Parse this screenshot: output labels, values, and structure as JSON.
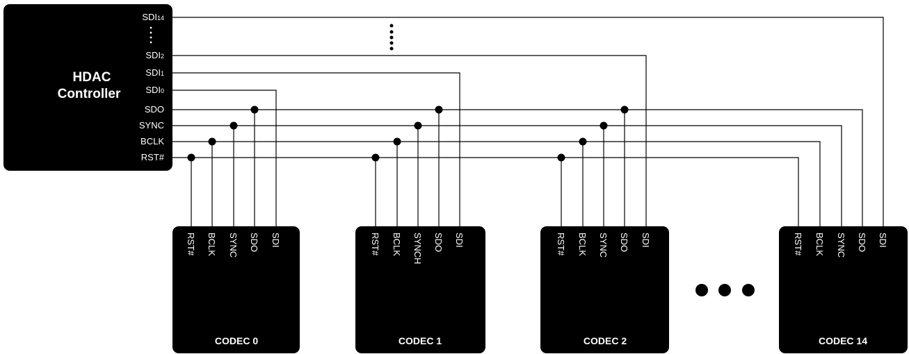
{
  "controller": {
    "title_line1": "HDAC",
    "title_line2": "Controller",
    "pins": {
      "sdi14": "SDI",
      "sdi14_sub": "14",
      "sdi2": "SDI",
      "sdi2_sub": "2",
      "sdi1": "SDI",
      "sdi1_sub": "1",
      "sdi0": "SDI",
      "sdi0_sub": "0",
      "sdo": "SDO",
      "sync": "SYNC",
      "bclk": "BCLK",
      "rst": "RST#"
    }
  },
  "codecs": [
    {
      "name": "CODEC 0",
      "pins": [
        "RST#",
        "BCLK",
        "SYNC",
        "SDO",
        "SDI"
      ]
    },
    {
      "name": "CODEC 1",
      "pins": [
        "RST#",
        "BCLK",
        "SYNCH",
        "SDO",
        "SDI"
      ]
    },
    {
      "name": "CODEC 2",
      "pins": [
        "RST#",
        "BCLK",
        "SYNC",
        "SDO",
        "SDI"
      ]
    },
    {
      "name": "CODEC 14",
      "pins": [
        "RST#",
        "BCLK",
        "SYNC",
        "SDO",
        "SDI"
      ]
    }
  ]
}
